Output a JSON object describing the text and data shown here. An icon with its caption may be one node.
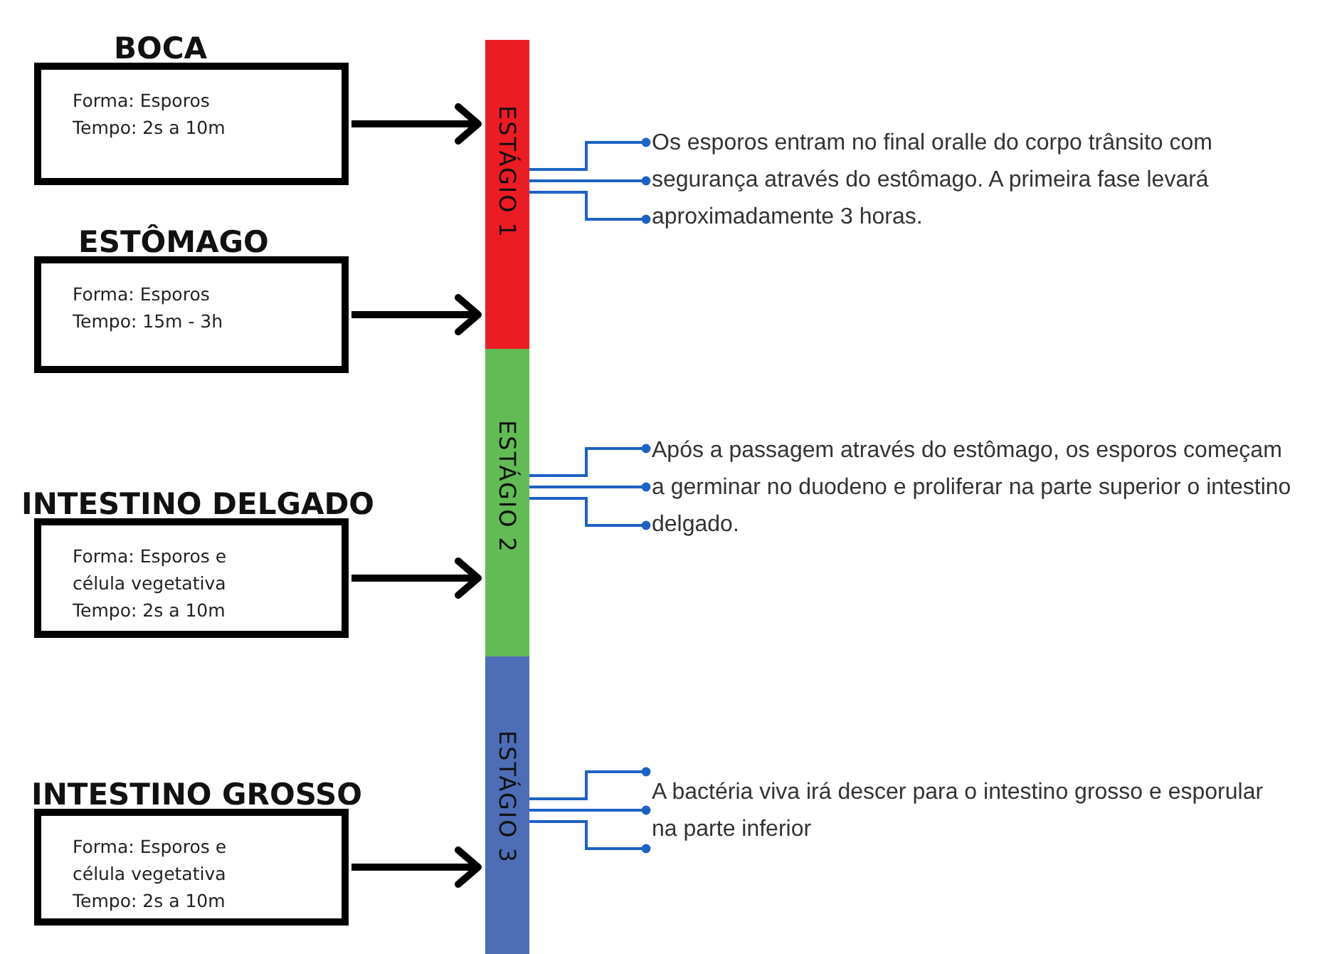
{
  "diagram": {
    "nodes": [
      {
        "text": [
          "BOCA",
          "Forma: Esporos",
          "Tempo: 2s a 10m"
        ]
      },
      {
        "text": [
          "ESTÔMAGO",
          "Forma: Esporos",
          "Tempo: 15m - 3h"
        ]
      },
      {
        "text": [
          "INTESTINO DELGADO",
          "Forma: Esporos e célula vegetativa",
          "Tempo: 2s a 10m"
        ]
      },
      {
        "text": [
          "INTESTINO GROSSO",
          "Forma: Esporos e célula vegetativa",
          "Tempo: 2s a 10m"
        ]
      },
      {
        "text": [
          "ESTÁGIO 1"
        ]
      },
      {
        "text": [
          "ESTÁGIO 2"
        ]
      },
      {
        "text": [
          "ESTÁGIO 3"
        ]
      },
      {
        "text": [
          "Os esporos entram no final oralle do corpo trânsito com segurança através do estômago. A primeira fase levará aproximadamente 3 horas."
        ]
      },
      {
        "text": [
          "Após a passagem através do estômago, os esporos começam a germinar no duodeno e proliferar na parte superior o intestino delgado."
        ]
      },
      {
        "text": [
          "A bactéria viva irá descer para o intestino grosso e esporular na parte inferior"
        ]
      }
    ],
    "edges": [
      {
        "from": 0,
        "to": 4,
        "arrow": "to",
        "style": "thick",
        "color": "#000000"
      },
      {
        "from": 1,
        "to": 4,
        "arrow": "to",
        "style": "thick",
        "color": "#000000"
      },
      {
        "from": 2,
        "to": 5,
        "arrow": "to",
        "style": "thick",
        "color": "#000000"
      },
      {
        "from": 3,
        "to": 6,
        "arrow": "to",
        "style": "thick",
        "color": "#000000"
      },
      {
        "from": 4,
        "to": 7,
        "arrow": "other"
      },
      {
        "from": 4,
        "to": 7,
        "arrow": "other"
      },
      {
        "from": 4,
        "to": 7,
        "arrow": "other"
      },
      {
        "from": 5,
        "to": 8,
        "arrow": "other"
      },
      {
        "from": 5,
        "to": 8,
        "arrow": "other"
      },
      {
        "from": 5,
        "to": 8,
        "arrow": "other"
      },
      {
        "from": 6,
        "to": 9,
        "arrow": "other"
      },
      {
        "from": 6,
        "to": 9,
        "arrow": "other"
      },
      {
        "from": 6,
        "to": 9,
        "arrow": "other"
      }
    ]
  }
}
